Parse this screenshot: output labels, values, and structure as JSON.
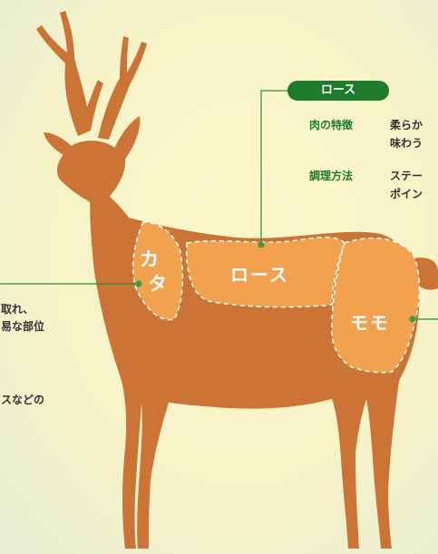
{
  "colors": {
    "background_center": "#fdf8cc",
    "background_edge": "#e7eed2",
    "deer_body": "#cc7436",
    "deer_shadow": "#b8622d",
    "cut_fill": "#f2a14e",
    "accent_green": "#1e7a2c",
    "dot_green": "#3e9d3a"
  },
  "rose_info": {
    "tag": "ロース",
    "feature_label": "肉の特徴",
    "feature_text_lines": [
      "柔らか",
      "味わう"
    ],
    "cooking_label": "調理方法",
    "cooking_text_lines": [
      "ステー",
      "ポイン"
    ]
  },
  "cuts": {
    "kata": {
      "label_top": "カ",
      "label_bottom": "タ"
    },
    "rose": {
      "label": "ロース"
    },
    "momo": {
      "label": "モモ"
    }
  },
  "kata_info": {
    "lines": [
      "取れ、",
      "易な部位",
      "スなどの"
    ]
  }
}
